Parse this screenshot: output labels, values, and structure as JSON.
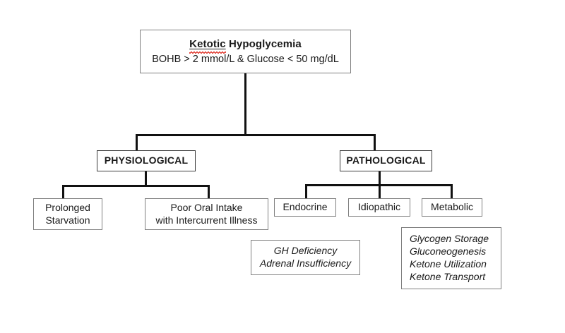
{
  "diagram": {
    "title": "Ketotic Hypoglycemia classification flowchart",
    "root": {
      "title_word_flagged": "Ketotic",
      "title_rest": " Hypoglycemia",
      "criteria": "BOHB > 2 mmol/L &  Glucose < 50 mg/dL"
    },
    "categories": {
      "physiological": "PHYSIOLOGICAL",
      "pathological": "PATHOLOGICAL"
    },
    "physiological_children": [
      {
        "lines": [
          "Prolonged",
          "Starvation"
        ]
      },
      {
        "lines": [
          "Poor Oral Intake",
          "with Intercurrent Illness"
        ]
      }
    ],
    "pathological_children": [
      {
        "label": "Endocrine"
      },
      {
        "label": "Idiopathic"
      },
      {
        "label": "Metabolic"
      }
    ],
    "endocrine_detail": {
      "lines": [
        "GH Deficiency",
        "Adrenal Insufficiency"
      ]
    },
    "metabolic_detail": {
      "lines": [
        "Glycogen Storage",
        "Gluconeogenesis",
        "Ketone Utilization",
        "Ketone Transport"
      ]
    },
    "colors": {
      "box_border": "#7f7f7f",
      "category_border": "#3a3a3a",
      "connector": "#111111",
      "spellcheck_underline": "#e03a2f",
      "text": "#1a1a1a",
      "background": "#ffffff"
    }
  }
}
